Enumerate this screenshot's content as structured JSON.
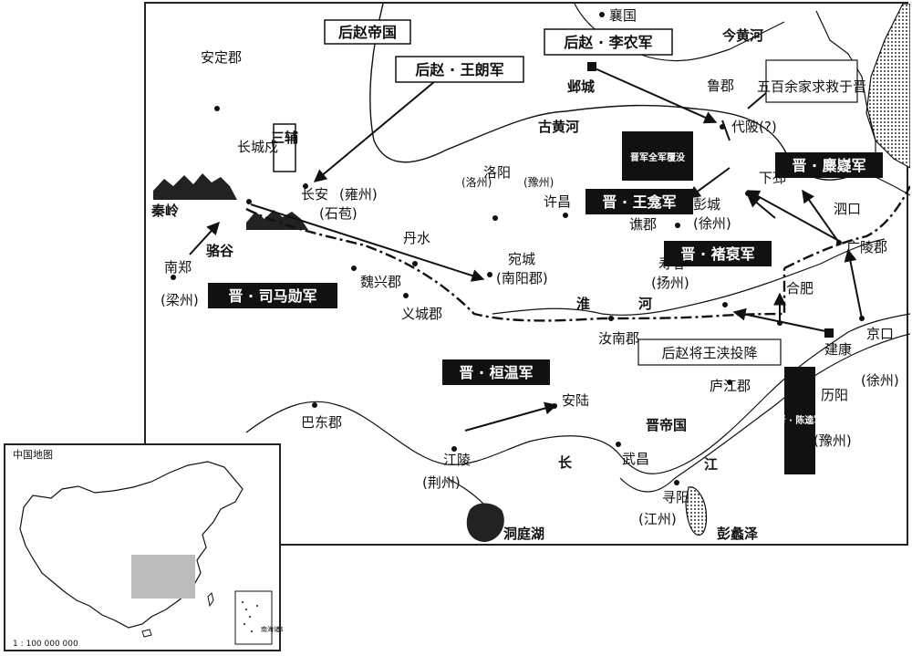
{
  "inset": {
    "title": "中国地图",
    "scale": "1 : 100 000 000",
    "south_sea_label": "南海诸岛"
  },
  "regions": {
    "later_zhao_empire": "后赵帝国",
    "jin_empire": "晋帝国",
    "sanfu": "三辅"
  },
  "later_zhao_forces": {
    "wang_lang": "后赵 · 王朗军",
    "li_nong": "后赵 · 李农军",
    "wang_jia_surrender": "后赵将王浃投降"
  },
  "jin_forces": {
    "sima_xun": "晋 · 司马勋军",
    "huan_wen": "晋 · 桓温军",
    "wang_kan": "晋 · 王龛军",
    "chu_pou": "晋 · 褚裒军",
    "mi_yi": "晋 · 麋嶷军",
    "chen_kui": "晋 · 陈逵军",
    "annihilated": "晋军全军覆没"
  },
  "notes": {
    "five_hundred": "五百余家求救于晋"
  },
  "places": {
    "xiangguo": "襄国",
    "yecheng": "邺城",
    "anding": "安定郡",
    "changcheng": "长城戍",
    "changan": "长安",
    "changan_alt": "(雍州)",
    "shiwei": "(石苞)",
    "luoyang": "洛阳",
    "luozhou": "(洛州)",
    "xuchang": "许昌",
    "yuzhou": "(豫州)",
    "lujun": "鲁郡",
    "dailing": "代陂(?)",
    "xiapi": "下邳",
    "pengcheng": "彭城",
    "pengcheng_alt": "(徐州)",
    "qiaojun": "谯郡",
    "sishui": "泗口",
    "guangling": "广陵郡",
    "danshui": "丹水",
    "wancheng": "宛城",
    "wancheng_alt": "(南阳郡)",
    "weixing": "魏兴郡",
    "yicheng": "义城郡",
    "shouchun": "寿春",
    "shouchun_alt": "(扬州)",
    "hefei": "合肥",
    "runan": "汝南郡",
    "nanzheng": "南郑",
    "nanzheng_alt": "(梁州)",
    "jiankang": "建康",
    "jingkou": "京口",
    "jingkou_alt": "(徐州)",
    "lijiang": "庐江郡",
    "liyang": "历阳",
    "liyang_alt": "(豫州)",
    "anlu": "安陆",
    "badong": "巴东郡",
    "jiangling": "江陵",
    "jingzhou": "(荆州)",
    "wuchang": "武昌",
    "xunyang": "寻阳",
    "jiangzhou": "(江州)"
  },
  "geo": {
    "qinling": "秦岭",
    "luogu": "骆谷",
    "ancient_yellow_river": "古黄河",
    "modern_yellow_river": "今黄河",
    "huai_1": "淮",
    "huai_2": "河",
    "chang": "长",
    "jiang": "江",
    "dongting": "洞庭湖",
    "pengli": "彭蠡泽"
  }
}
